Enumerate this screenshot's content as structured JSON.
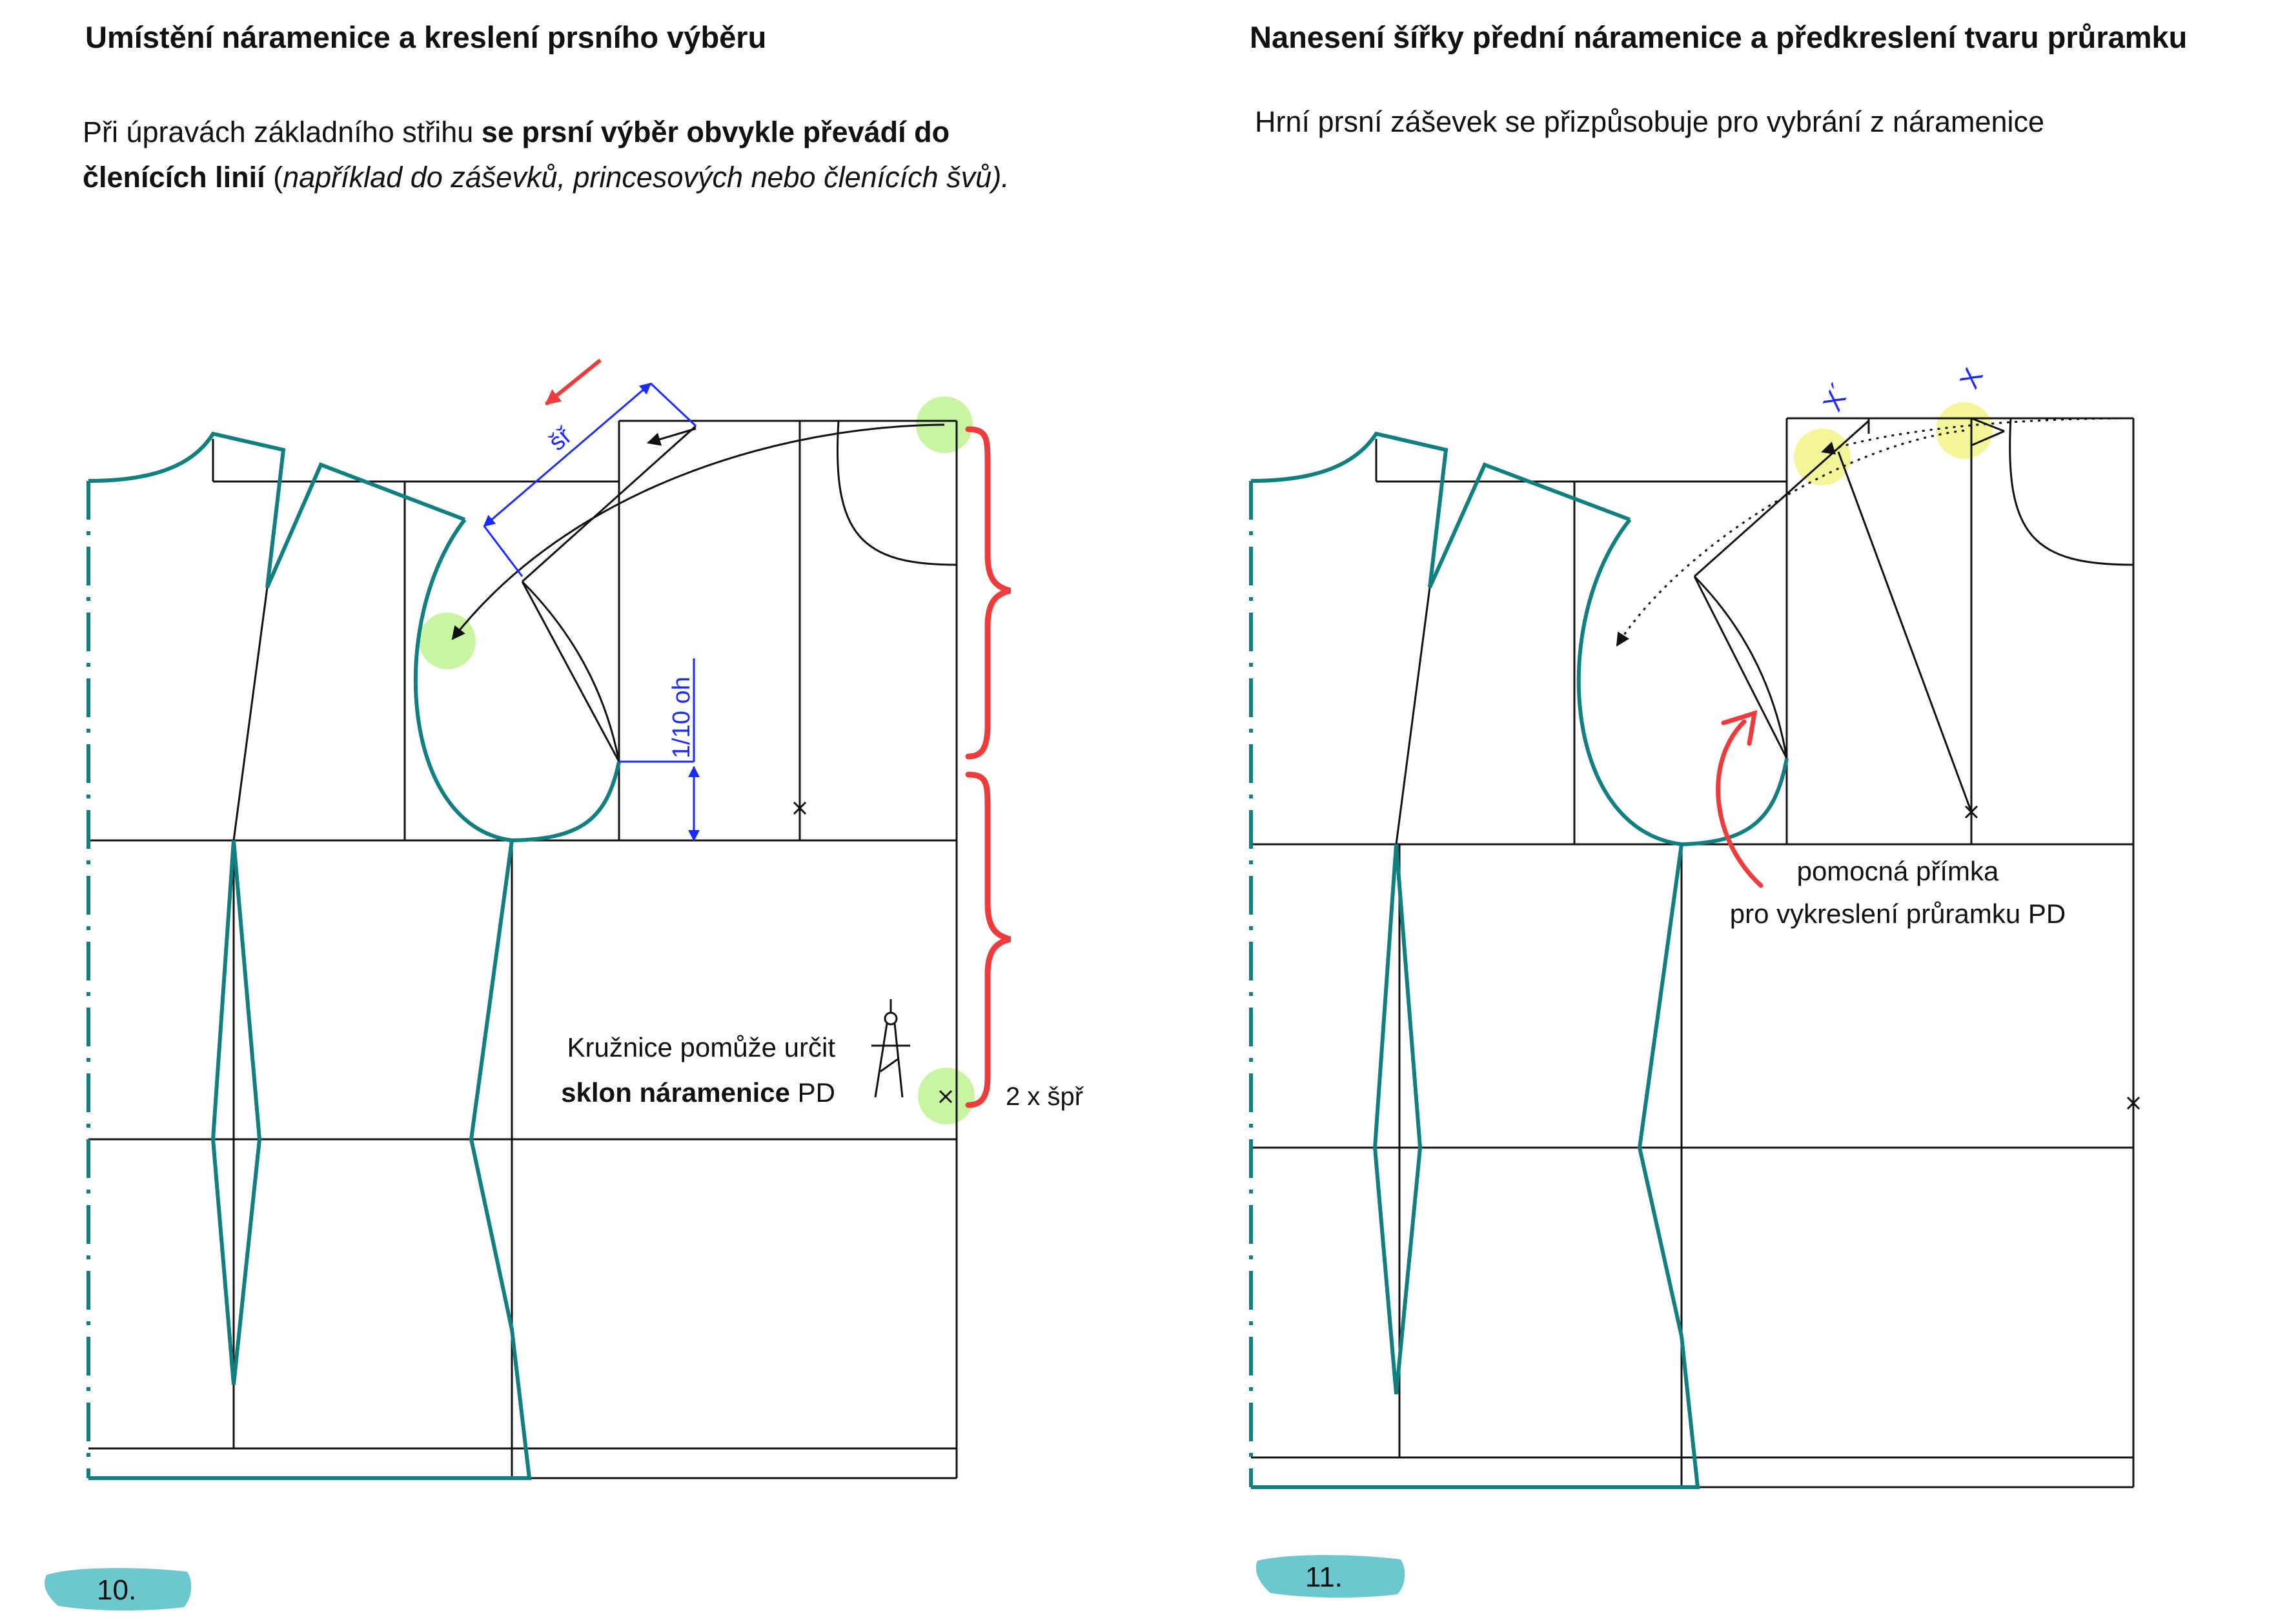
{
  "left_page": {
    "title": "Umístění náramenice a kreslení prsního výběru",
    "intro": {
      "part1": "Při úpravách základního střihu",
      "part2_bold": " se prsní výběr obvykle převádí do",
      "line2_bold": "členících linií",
      "line2_plain": " (",
      "line2_italic": "například do záševků, princesových  nebo členících švů)."
    },
    "label_spr": "šř",
    "label_oh": "1/10 oh",
    "circle_text_1": "Kružnice pomůže určit",
    "circle_text_2_bold": "sklon náramenice",
    "circle_text_2_plain": " PD",
    "label_2spr": "2 x špř",
    "page_number": "10."
  },
  "right_page": {
    "title": "Nanesení šířky přední náramenice a předkreslení tvaru průramku",
    "intro": "Hrní prsní záševek se přizpůsobuje pro vybrání z náramenice",
    "label_x_prime": "X´",
    "label_x": "X",
    "note_1": "pomocná přímka",
    "note_2": "pro vykreslení průramku PD",
    "page_number": "11."
  },
  "colors": {
    "teal": "#0f7f7f",
    "blue": "#1a2bff",
    "red": "#ef3b3b",
    "green_highlight": "#c9f5a2",
    "yellow_highlight": "#f5f59a",
    "badge": "#6cc7cf"
  }
}
